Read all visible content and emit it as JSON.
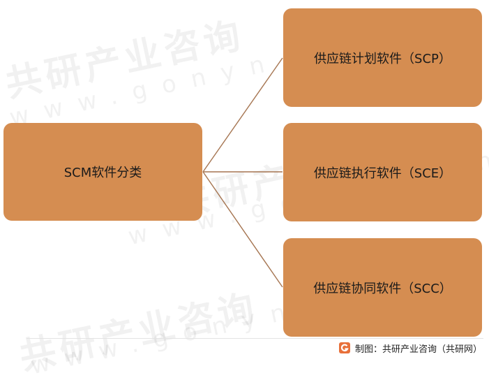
{
  "watermark": {
    "brand": "共研产业咨询",
    "url": "www.gonyn.com"
  },
  "diagram": {
    "root": {
      "label": "SCM软件分类"
    },
    "children": [
      {
        "label": "供应链计划软件（SCP）"
      },
      {
        "label": "供应链执行软件（SCE）"
      },
      {
        "label": "供应链协同软件（SCC）"
      }
    ]
  },
  "source": {
    "text": "制图：共研产业咨询（共研网）",
    "logo_color": "#e8703a"
  },
  "colors": {
    "node_fill": "#d58d51",
    "connector": "#a57450"
  }
}
